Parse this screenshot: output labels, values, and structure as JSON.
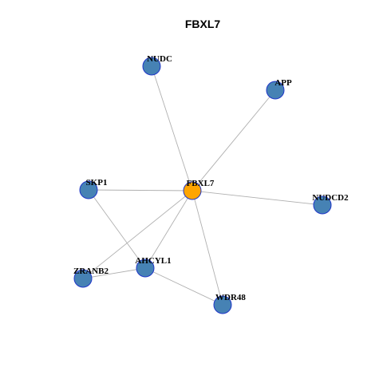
{
  "title": "FBXL7",
  "colors": {
    "hub_fill": "#FFA500",
    "node_fill": "#4682B4",
    "node_stroke": "#1f36c8",
    "edge": "#b0b0b0"
  },
  "nodes": [
    {
      "id": "FBXL7",
      "label": "FBXL7",
      "hub": true
    },
    {
      "id": "NUDC",
      "label": "NUDC",
      "hub": false
    },
    {
      "id": "APP",
      "label": "APP",
      "hub": false
    },
    {
      "id": "SKP1",
      "label": "SKP1",
      "hub": false
    },
    {
      "id": "NUDCD2",
      "label": "NUDCD2",
      "hub": false
    },
    {
      "id": "ZRANB2",
      "label": "ZRANB2",
      "hub": false
    },
    {
      "id": "AHCYL1",
      "label": "AHCYL1",
      "hub": false
    },
    {
      "id": "WDR48",
      "label": "WDR48",
      "hub": false
    }
  ],
  "edges": [
    [
      "FBXL7",
      "NUDC"
    ],
    [
      "FBXL7",
      "APP"
    ],
    [
      "FBXL7",
      "SKP1"
    ],
    [
      "FBXL7",
      "NUDCD2"
    ],
    [
      "FBXL7",
      "ZRANB2"
    ],
    [
      "FBXL7",
      "AHCYL1"
    ],
    [
      "FBXL7",
      "WDR48"
    ],
    [
      "SKP1",
      "AHCYL1"
    ],
    [
      "ZRANB2",
      "AHCYL1"
    ],
    [
      "AHCYL1",
      "WDR48"
    ]
  ]
}
